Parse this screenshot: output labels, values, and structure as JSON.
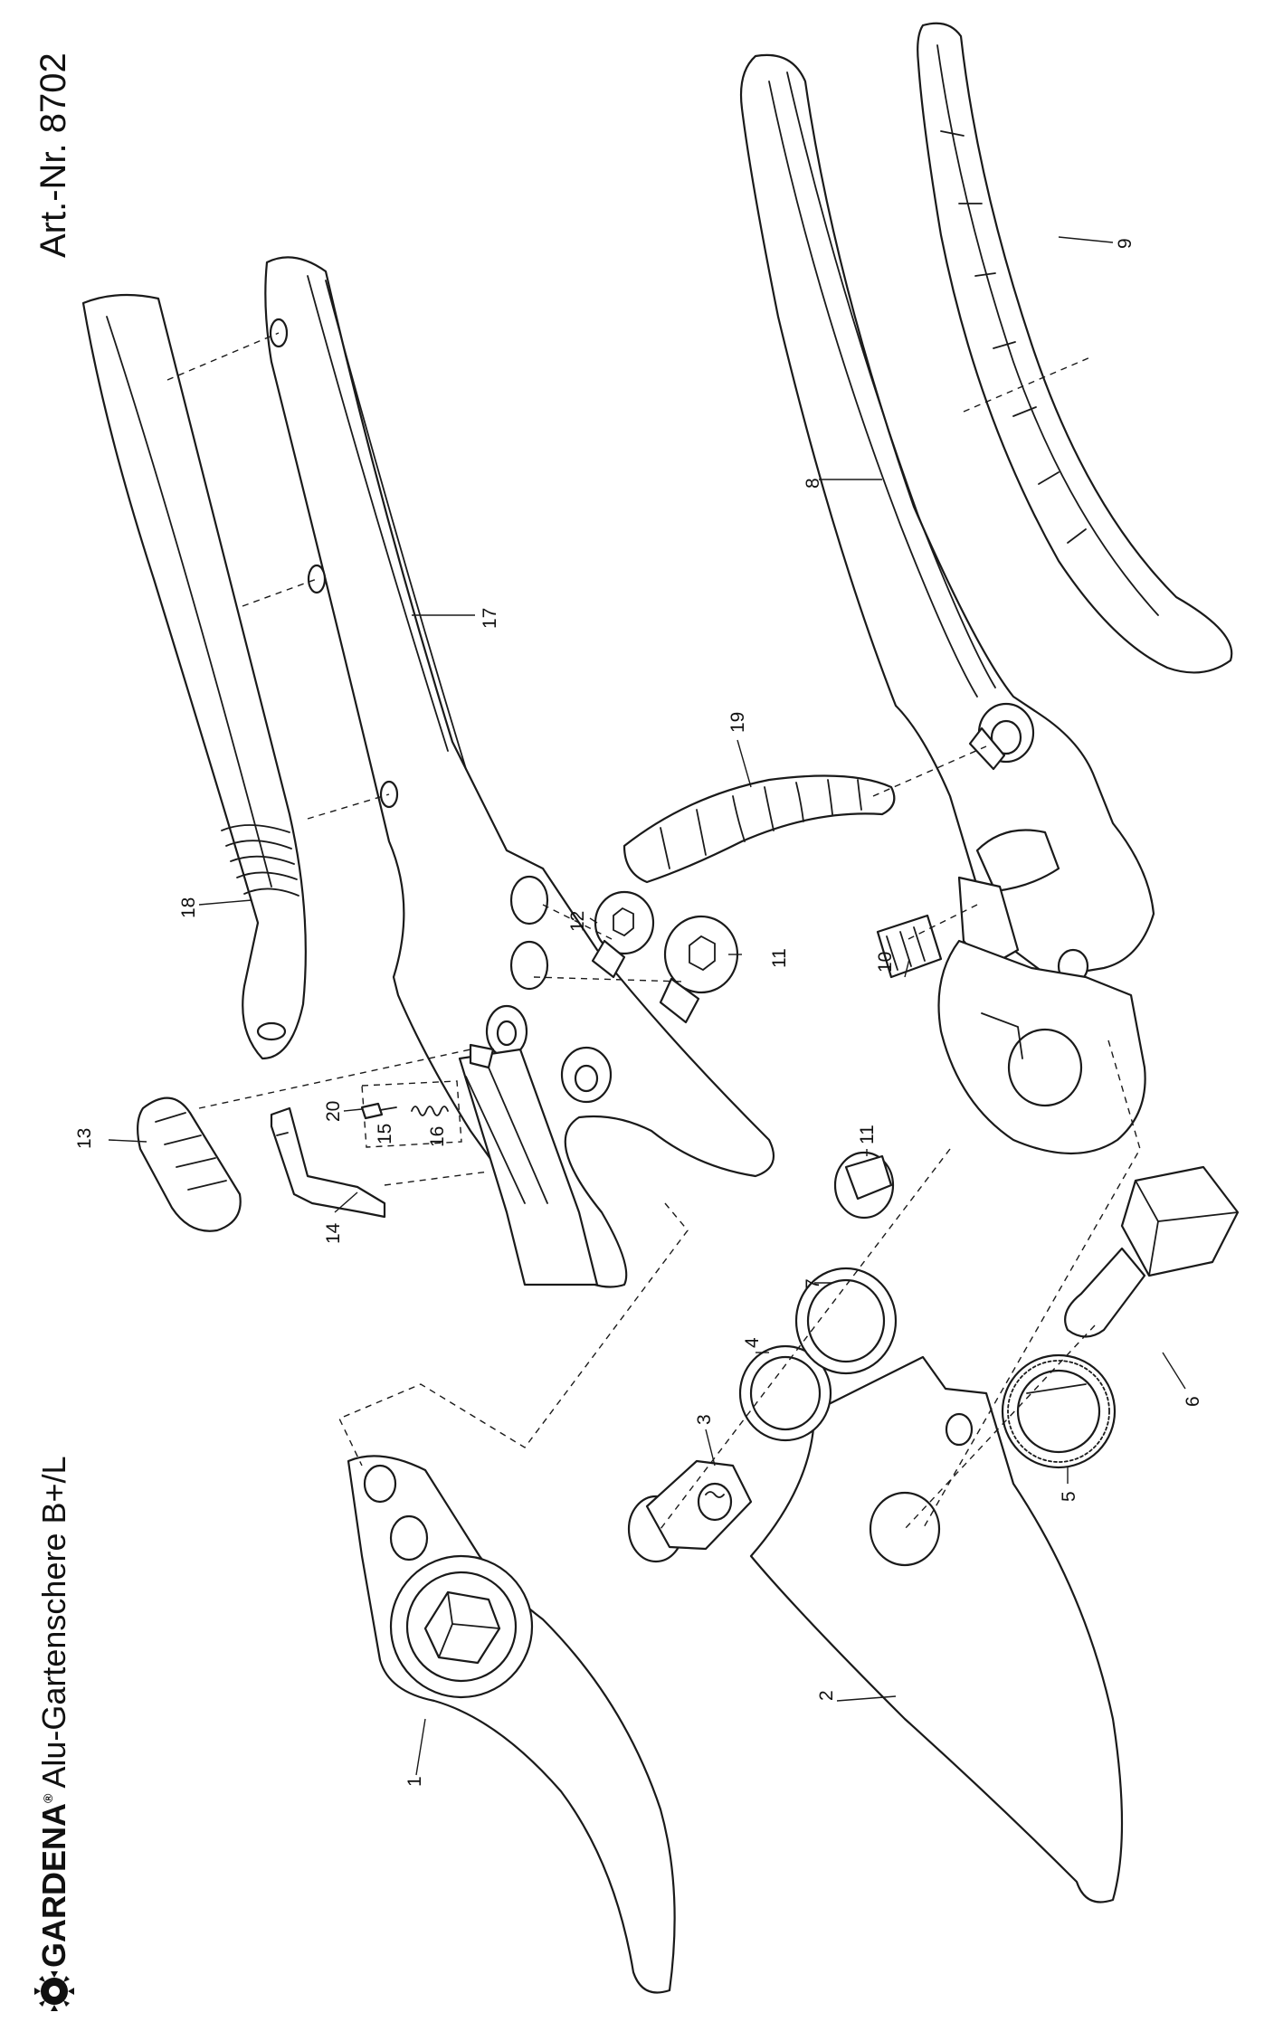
{
  "header": {
    "brand": "GARDENA",
    "registered_mark": "®",
    "product": "Alu-Gartenschere B+/L",
    "article": "Art.-Nr. 8702"
  },
  "icons": {
    "brand_logo": "gardena-sun-logo"
  },
  "callouts": {
    "p1": "1",
    "p2": "2",
    "p3": "3",
    "p4": "4",
    "p5": "5",
    "p6": "6",
    "p7": "7",
    "p8": "8",
    "p9": "9",
    "p10": "10",
    "p11a": "11",
    "p11b": "11",
    "p12": "12",
    "p13": "13",
    "p14": "14",
    "p15": "15",
    "p16": "16",
    "p17": "17",
    "p18": "18",
    "p19": "19",
    "p20": "20"
  }
}
